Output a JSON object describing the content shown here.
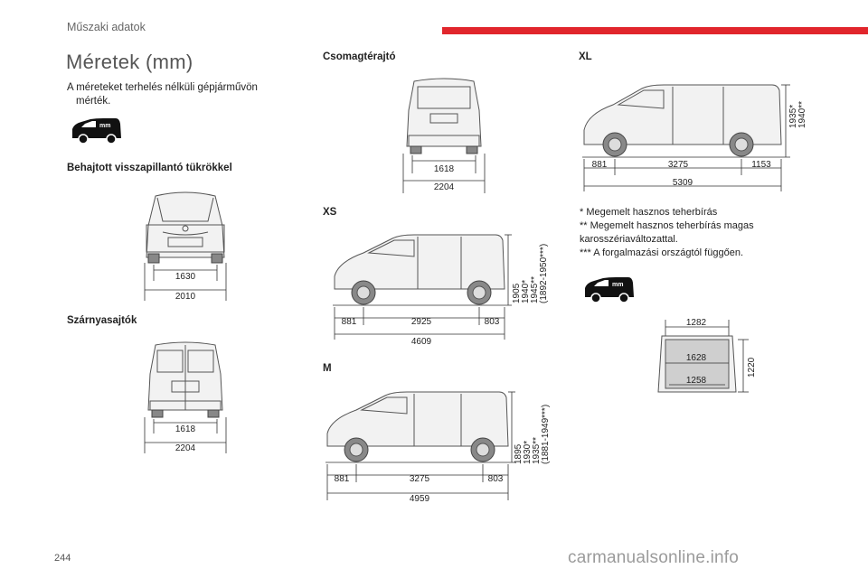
{
  "header": {
    "section": "Műszaki adatok"
  },
  "page_number": "244",
  "title": "Méretek (mm)",
  "intro": {
    "line1": "A méreteket terhelés nélküli gépjárművön",
    "line2": "mérték."
  },
  "sections": {
    "mirrors_folded": {
      "heading": "Behajtott visszapillantó tükrökkel",
      "dims": {
        "inner": "1630",
        "outer": "2010"
      }
    },
    "wing_doors": {
      "heading": "Szárnyasajtók",
      "dims": {
        "inner": "1618",
        "outer": "2204"
      }
    },
    "tailgate": {
      "heading": "Csomagtérajtó",
      "dims": {
        "inner": "1618",
        "outer": "2204"
      }
    },
    "xs": {
      "heading": "XS",
      "dims": {
        "front": "881",
        "wheelbase": "2925",
        "rear": "803",
        "total": "4609"
      },
      "heights": [
        "1905",
        "1940*",
        "1945**",
        "(1892-1950***)"
      ]
    },
    "m": {
      "heading": "M",
      "dims": {
        "front": "881",
        "wheelbase": "3275",
        "rear": "803",
        "total": "4959"
      },
      "heights": [
        "1895",
        "1930*",
        "1935**",
        "(1881-1949***)"
      ]
    },
    "xl": {
      "heading": "XL",
      "dims": {
        "front": "881",
        "wheelbase": "3275",
        "rear": "1153",
        "total": "5309"
      },
      "heights": [
        "1935*",
        "1940**"
      ]
    }
  },
  "notes": [
    "* Megemelt hasznos teherbírás",
    "** Megemelt hasznos teherbírás magas",
    "karosszériaváltozattal.",
    "*** A forgalmazási országtól függően."
  ],
  "cargo": {
    "top": "1282",
    "middle": "1628",
    "bottom": "1258",
    "height": "1220"
  },
  "icons": {
    "van_side": "van-side-icon",
    "van_rear": "van-rear-icon"
  },
  "colors": {
    "accent": "#e1262c",
    "watermark": "#9b9b9b"
  },
  "watermark": "carmanualsonline.info"
}
